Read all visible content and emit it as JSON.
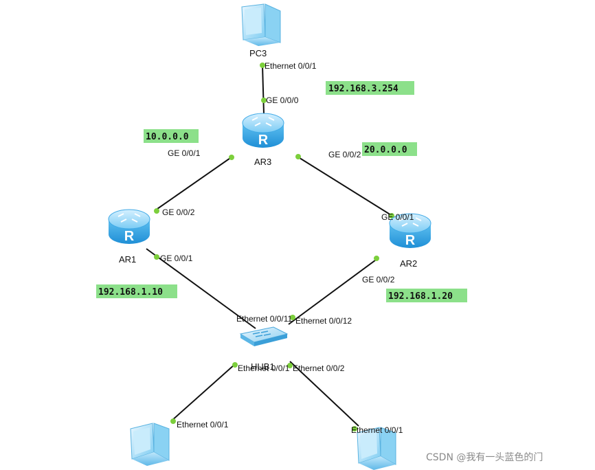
{
  "devices": {
    "pc3": {
      "label": "PC3"
    },
    "ar3": {
      "label": "AR3"
    },
    "ar1": {
      "label": "AR1"
    },
    "ar2": {
      "label": "AR2"
    },
    "hub": {
      "label": "HUB1"
    }
  },
  "networks": {
    "ar3_pc3": "192.168.3.254",
    "ar1_ar3": "10.0.0.0",
    "ar3_ar2": "20.0.0.0",
    "ar1_lan": "192.168.1.10",
    "ar2_lan": "192.168.1.20"
  },
  "ports": {
    "pc3_eth": "Ethernet 0/0/1",
    "ar3_ge000": "GE 0/0/0",
    "ar3_ge001": "GE 0/0/1",
    "ar3_ge002": "GE 0/0/2",
    "ar1_ge002": "GE 0/0/2",
    "ar1_ge001": "GE 0/0/1",
    "ar2_ge001": "GE 0/0/1",
    "ar2_ge002": "GE 0/0/2",
    "hub_eth0011": "Ethernet 0/0/11",
    "hub_eth0012": "Ethernet 0/0/12",
    "hub_eth001": "Ethernet 0/0/1",
    "hub_eth002": "Ethernet 0/0/2",
    "pc_left_eth": "Ethernet 0/0/1",
    "pc_right_eth": "Ethernet 0/0/1"
  },
  "watermark": "CSDN @我有一头蓝色的门",
  "colors": {
    "link": "#111111",
    "port_dot": "#7ccf3c",
    "network_label_bg": "#8ce08a",
    "router_body": "#3fa9e6",
    "pc_body": "#9cd8f5"
  },
  "icons": {
    "router": "router-icon",
    "pc": "pc-icon",
    "hub": "hub-icon"
  }
}
